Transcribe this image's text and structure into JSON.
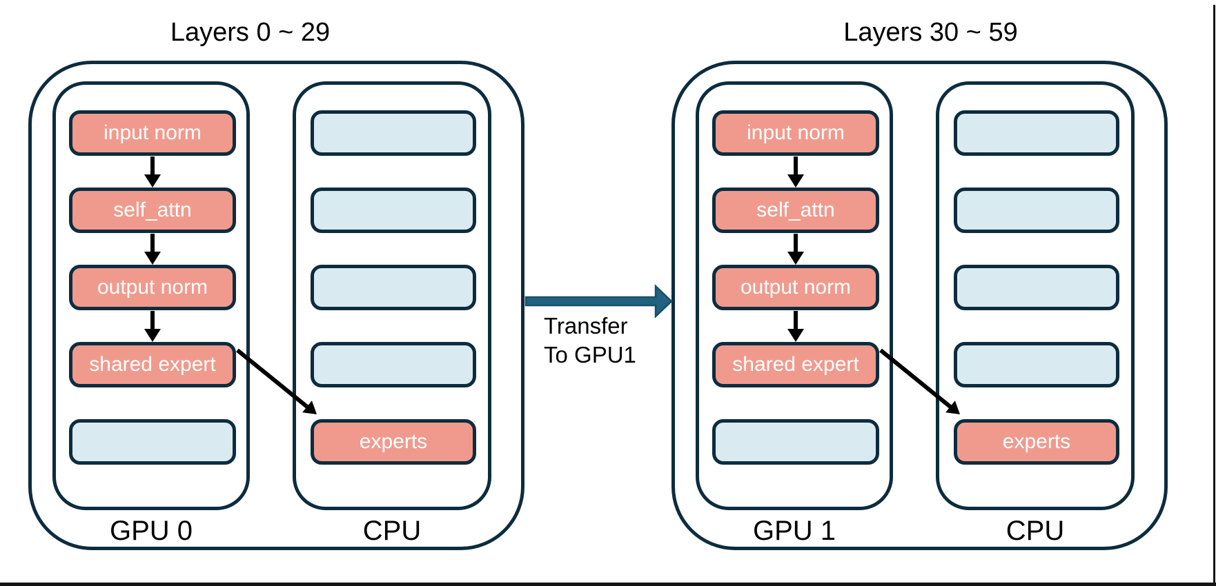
{
  "diagram": {
    "groups": [
      {
        "title": "Layers 0 ~ 29",
        "gpu": {
          "label": "GPU 0",
          "boxes": [
            "input norm",
            "self_attn",
            "output norm",
            "shared expert",
            ""
          ]
        },
        "cpu": {
          "label": "CPU",
          "boxes": [
            "",
            "",
            "",
            "",
            "experts"
          ]
        }
      },
      {
        "title": "Layers 30 ~ 59",
        "gpu": {
          "label": "GPU 1",
          "boxes": [
            "input norm",
            "self_attn",
            "output norm",
            "shared expert",
            ""
          ]
        },
        "cpu": {
          "label": "CPU",
          "boxes": [
            "",
            "",
            "",
            "",
            "experts"
          ]
        }
      }
    ],
    "transfer": {
      "line1": "Transfer",
      "line2": "To GPU1"
    },
    "colors": {
      "outline": "#0d2c3e",
      "loaded_module_fill": "#f09a8d",
      "empty_slot_fill": "#d9ebf1",
      "transfer_arrow": "#21637f",
      "flow_arrow": "#000000",
      "frame_line": "#141414",
      "background": "#ffffff"
    }
  }
}
